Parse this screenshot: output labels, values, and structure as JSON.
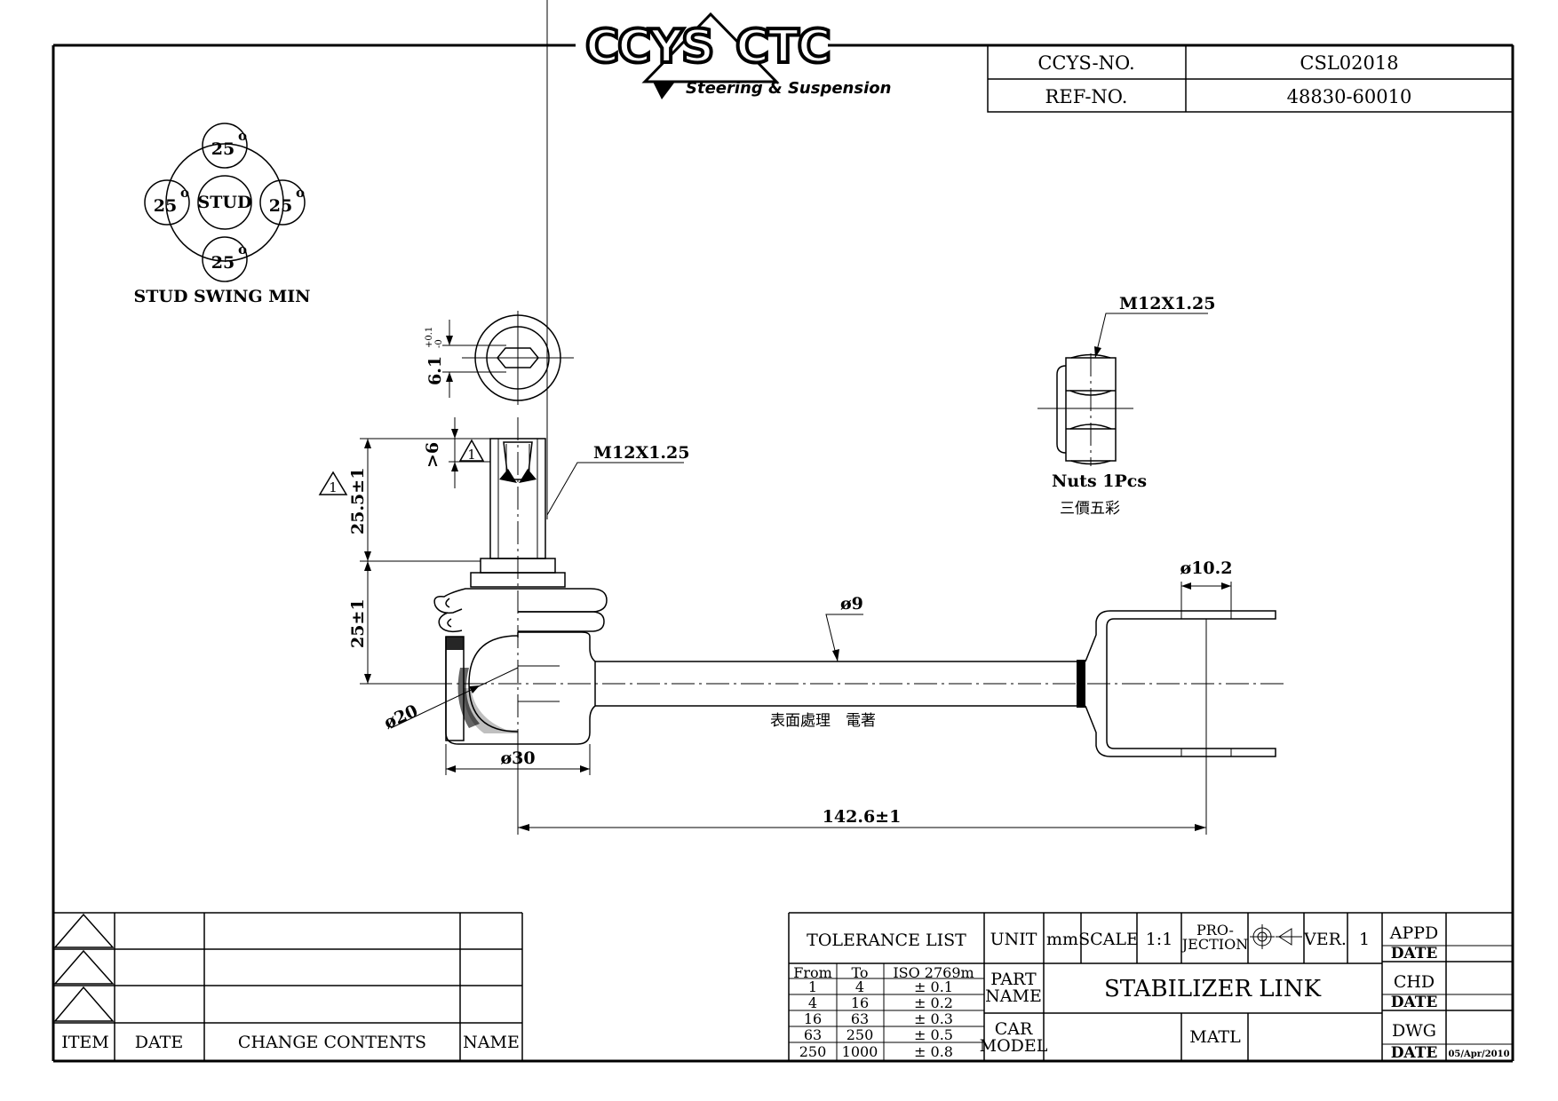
{
  "logo": {
    "left": "CCYS",
    "right": "CTC",
    "tagline": "Steering & Suspension"
  },
  "header": {
    "ccys_no_label": "CCYS-NO.",
    "ccys_no_value": "CSL02018",
    "ref_no_label": "REF-NO.",
    "ref_no_value": "48830-60010"
  },
  "swing": {
    "angle": "25",
    "degree": "o",
    "center": "STUD",
    "caption": "STUD SWING MIN"
  },
  "dims": {
    "hex": "6.1",
    "hex_tol_plus": "+0.1",
    "hex_tol_minus": "-0",
    "thread_len": ">6",
    "rev_mark": "1",
    "stud_len": "25.5±1",
    "body_height": "25±1",
    "thread": "M12X1.25",
    "rod_dia": "ø9",
    "eye_dia": "ø10.2",
    "ball_dia": "ø20",
    "housing_dia": "ø30",
    "length": "142.6±1"
  },
  "nut": {
    "thread": "M12X1.25",
    "label": "Nuts 1Pcs",
    "note": "三價五彩"
  },
  "surface_note": "表面處理　電著",
  "revision_table": {
    "headers": [
      "ITEM",
      "DATE",
      "CHANGE CONTENTS",
      "NAME"
    ]
  },
  "title_block": {
    "tolerance_title": "TOLERANCE LIST",
    "tol_headers": [
      "From",
      "To",
      "ISO 2769m"
    ],
    "tol_rows": [
      [
        "1",
        "4",
        "± 0.1"
      ],
      [
        "4",
        "16",
        "± 0.2"
      ],
      [
        "16",
        "63",
        "± 0.3"
      ],
      [
        "63",
        "250",
        "± 0.5"
      ],
      [
        "250",
        "1000",
        "± 0.8"
      ]
    ],
    "unit_label": "UNIT",
    "unit_value": "mm",
    "scale_label": "SCALE",
    "scale_value": "1:1",
    "projection_label_1": "PRO-",
    "projection_label_2": "JECTION",
    "ver_label": "VER.",
    "ver_value": "1",
    "part_name_label_1": "PART",
    "part_name_label_2": "NAME",
    "part_name_value": "STABILIZER LINK",
    "car_model_label_1": "CAR",
    "car_model_label_2": "MODEL",
    "matl_label": "MATL",
    "appd_label": "APPD",
    "chd_label": "CHD",
    "dwg_label": "DWG",
    "date_label": "DATE",
    "dwg_date": "05/Apr/2010"
  }
}
